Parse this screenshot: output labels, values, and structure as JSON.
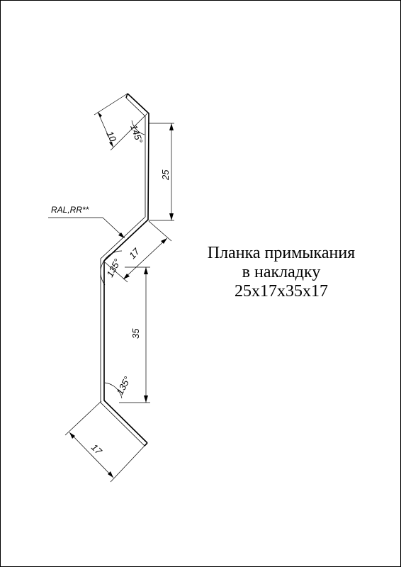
{
  "drawing": {
    "title_lines": [
      "Планка примыкания",
      "в накладку",
      "25х17х35х17"
    ],
    "material_note": "RAL,RR**",
    "dimensions": {
      "top_flange": "10",
      "top_angle": "145°",
      "upper_vertical": "25",
      "middle_slope": "17",
      "middle_angle": "135°",
      "lower_vertical": "35",
      "bottom_angle": "135°",
      "bottom_flange": "17"
    }
  }
}
